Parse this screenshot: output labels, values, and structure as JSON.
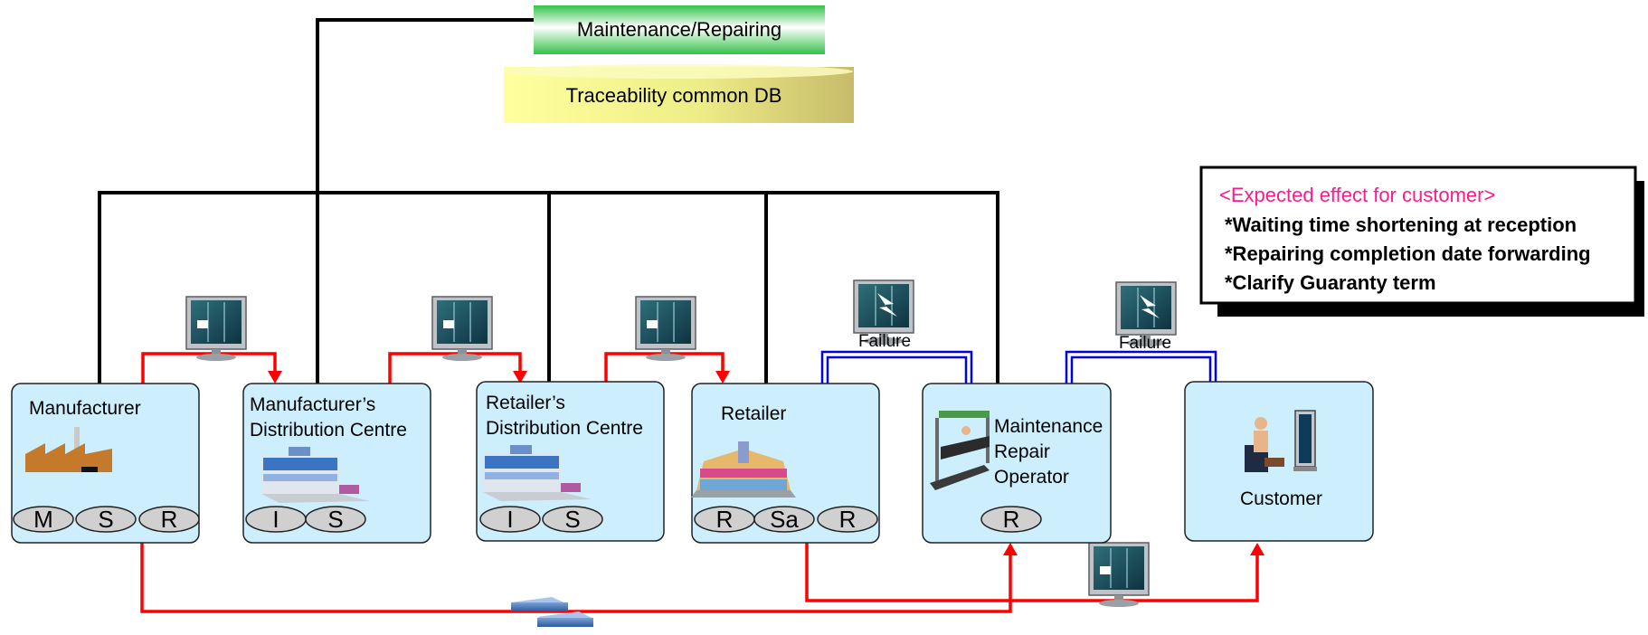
{
  "header": {
    "maintenance": "Maintenance/Repairing",
    "db": "Traceability common DB"
  },
  "nodes": [
    {
      "id": "manufacturer",
      "lines": [
        "Manufacturer"
      ],
      "badges": [
        "M",
        "S",
        "R"
      ]
    },
    {
      "id": "manufacturer-dc",
      "lines": [
        "Manufacturer’s",
        "Distribution Centre"
      ],
      "badges": [
        "I",
        "S"
      ]
    },
    {
      "id": "retailer-dc",
      "lines": [
        "Retailer’s",
        "Distribution Centre"
      ],
      "badges": [
        "I",
        "S"
      ]
    },
    {
      "id": "retailer",
      "lines": [
        "Retailer"
      ],
      "badges": [
        "R",
        "Sa",
        "R"
      ]
    },
    {
      "id": "mro",
      "lines": [
        "Maintenance",
        "Repair",
        "Operator"
      ],
      "badges": [
        "R"
      ]
    },
    {
      "id": "customer",
      "lines": [
        "Customer"
      ],
      "badges": []
    }
  ],
  "failure_labels": [
    "Failure",
    "Failure"
  ],
  "effects": {
    "title": "<Expected effect for customer>",
    "items": [
      "*Waiting time shortening at reception",
      "*Repairing completion date forwarding",
      "*Clarify Guaranty term"
    ]
  },
  "colors": {
    "red_flow": "#ff0000",
    "blue_flow": "#0000e0",
    "node_fill": "#cdeefc",
    "badge_fill": "#d0d0d0",
    "effect_title": "#ff1a8c"
  }
}
